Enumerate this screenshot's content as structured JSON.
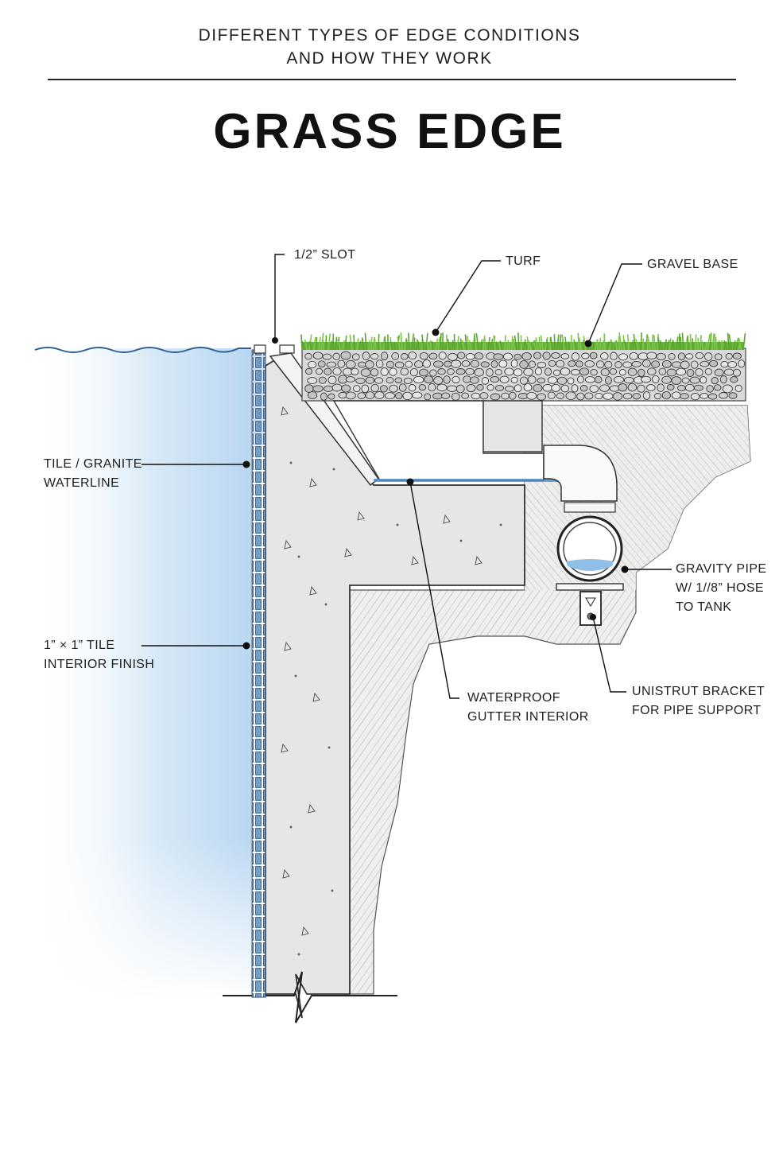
{
  "header": {
    "supertitle_line1": "DIFFERENT TYPES OF EDGE CONDITIONS",
    "supertitle_line2": "AND HOW THEY WORK",
    "title": "GRASS EDGE"
  },
  "labels": {
    "slot": "1/2” SLOT",
    "turf": "TURF",
    "gravel_base": "GRAVEL BASE",
    "tile_waterline_1": "TILE / GRANITE",
    "tile_waterline_2": "WATERLINE",
    "tile_finish_1": "1” × 1” TILE",
    "tile_finish_2": "INTERIOR FINISH",
    "gravity_pipe_1": "GRAVITY PIPE",
    "gravity_pipe_2": "W/ 1//8” HOSE",
    "gravity_pipe_3": "TO TANK",
    "gutter_1": "WATERPROOF",
    "gutter_2": "GUTTER INTERIOR",
    "unistrut_1": "UNISTRUT BRACKET",
    "unistrut_2": "FOR PIPE SUPPORT"
  },
  "colors": {
    "water": "#cfe4f6",
    "water_line": "#2f5f93",
    "concrete": "#e4e4e4",
    "soil": "#ececea",
    "turf": "#66b33a",
    "gravel": "#d8d8d8",
    "tile": "#7fa8cf"
  }
}
